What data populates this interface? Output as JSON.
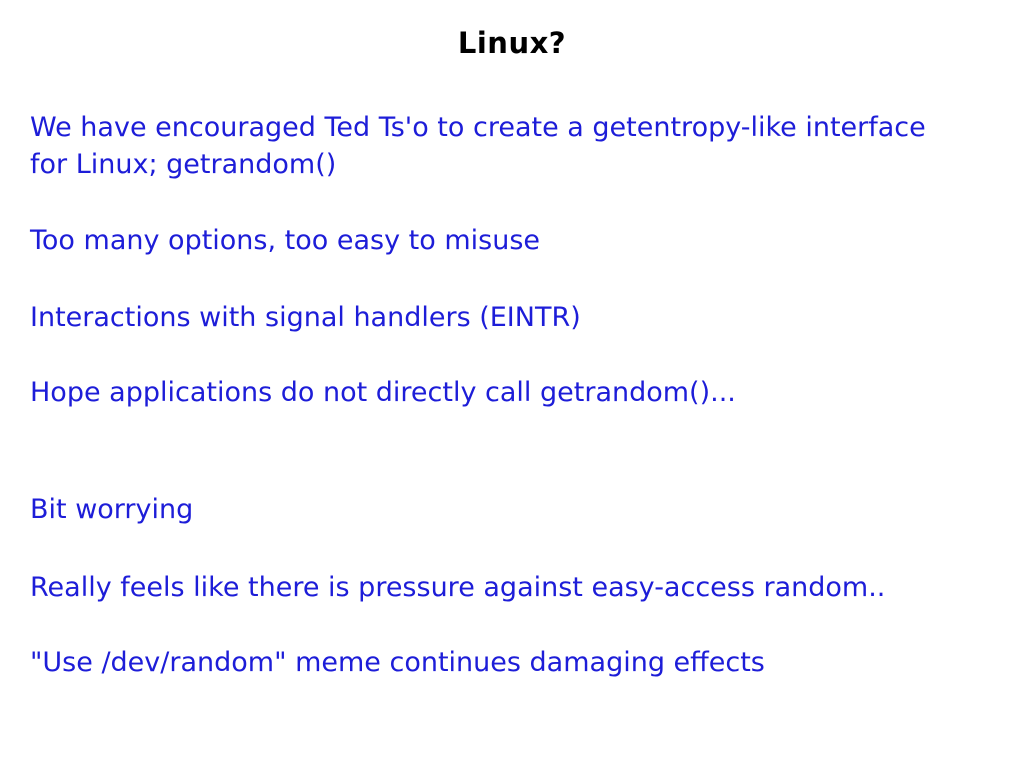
{
  "title": "Linux?",
  "title_color": "#000000",
  "body_text_color": "#1d1dd8",
  "background_color": "#ffffff",
  "lines": [
    {
      "text": "We have encouraged Ted Ts'o to create a getentropy-like interface"
    },
    {
      "text": "for Linux; getrandom()"
    },
    {
      "text": "Too many options, too easy to misuse"
    },
    {
      "text": "Interactions with signal handlers (EINTR)"
    },
    {
      "text": "Hope applications do not directly call getrandom()..."
    },
    {
      "text": "Bit worrying"
    },
    {
      "text": "Really feels like there is pressure against easy-access random.."
    },
    {
      "text": "\"Use /dev/random\" meme continues damaging effects"
    }
  ]
}
